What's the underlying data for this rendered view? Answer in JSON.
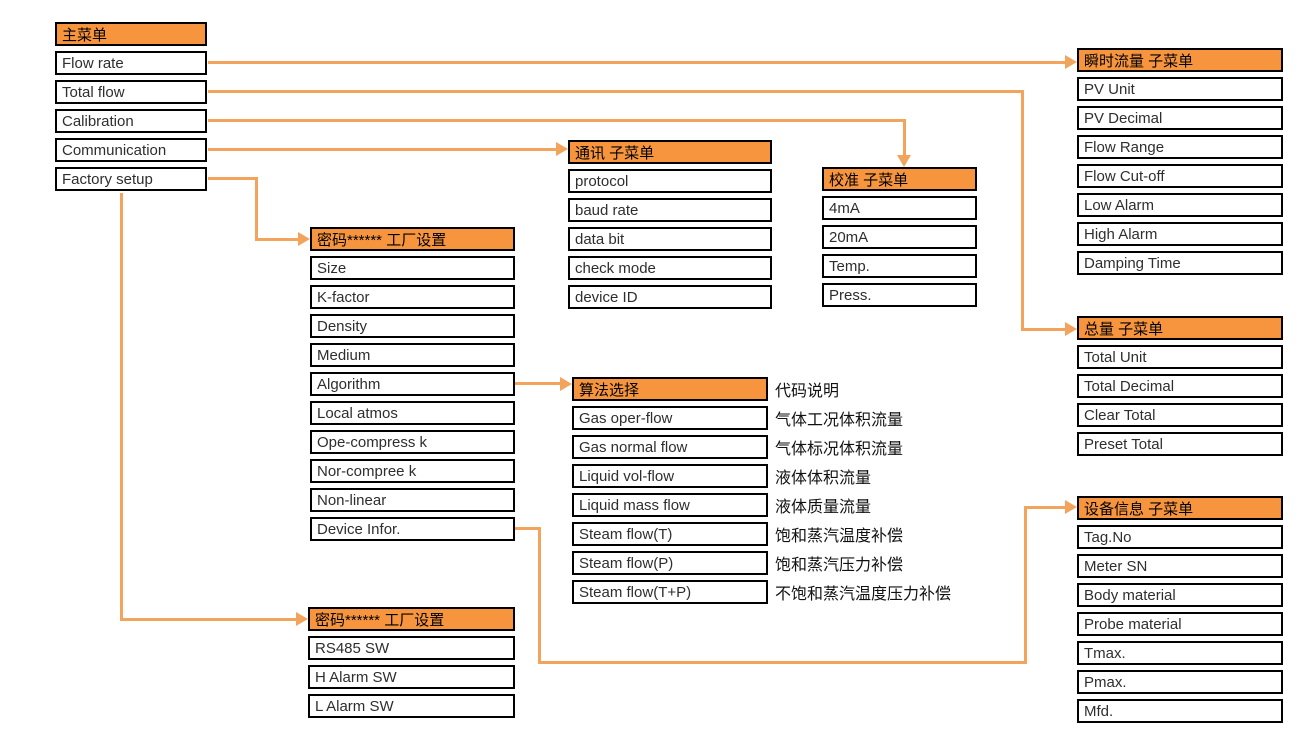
{
  "colors": {
    "header_bg": "#F7953E",
    "arrow": "#F2A45C",
    "border": "#000000",
    "text": "#2e2e2e"
  },
  "boxes": {
    "main": {
      "header": "主菜单",
      "items": [
        "Flow rate",
        "Total flow",
        "Calibration",
        "Communication",
        "Factory setup"
      ]
    },
    "comm": {
      "header": "通讯 子菜单",
      "items": [
        "protocol",
        "baud rate",
        "data bit",
        "check mode",
        "device ID"
      ]
    },
    "calib": {
      "header": "校准 子菜单",
      "items": [
        "4mA",
        "20mA",
        "Temp.",
        "Press."
      ]
    },
    "factory": {
      "header": "密码****** 工厂设置",
      "items": [
        "Size",
        "K-factor",
        "Density",
        "Medium",
        "Algorithm",
        "Local atmos",
        "Ope-compress k",
        "Nor-compree k",
        "Non-linear",
        "Device Infor."
      ]
    },
    "algo": {
      "header": "算法选择",
      "items": [
        "Gas oper-flow",
        "Gas normal flow",
        "Liquid vol-flow",
        "Liquid mass flow",
        "Steam flow(T)",
        "Steam flow(P)",
        "Steam flow(T+P)"
      ],
      "desc_header": "代码说明",
      "descs": [
        "气体工况体积流量",
        "气体标况体积流量",
        "液体体积流量",
        "液体质量流量",
        "饱和蒸汽温度补偿",
        "饱和蒸汽压力补偿",
        "不饱和蒸汽温度压力补偿"
      ]
    },
    "pv": {
      "header": "瞬时流量 子菜单",
      "items": [
        "PV Unit",
        "PV Decimal",
        "Flow Range",
        "Flow Cut-off",
        "Low Alarm",
        "High Alarm",
        "Damping Time"
      ]
    },
    "total": {
      "header": "总量 子菜单",
      "items": [
        "Total Unit",
        "Total Decimal",
        "Clear Total",
        "Preset Total"
      ]
    },
    "device": {
      "header": "设备信息 子菜单",
      "items": [
        "Tag.No",
        "Meter SN",
        "Body material",
        "Probe material",
        "Tmax.",
        "Pmax.",
        "Mfd."
      ]
    },
    "factory2": {
      "header": "密码****** 工厂设置",
      "items": [
        "RS485 SW",
        "H Alarm SW",
        "L Alarm SW"
      ]
    }
  }
}
